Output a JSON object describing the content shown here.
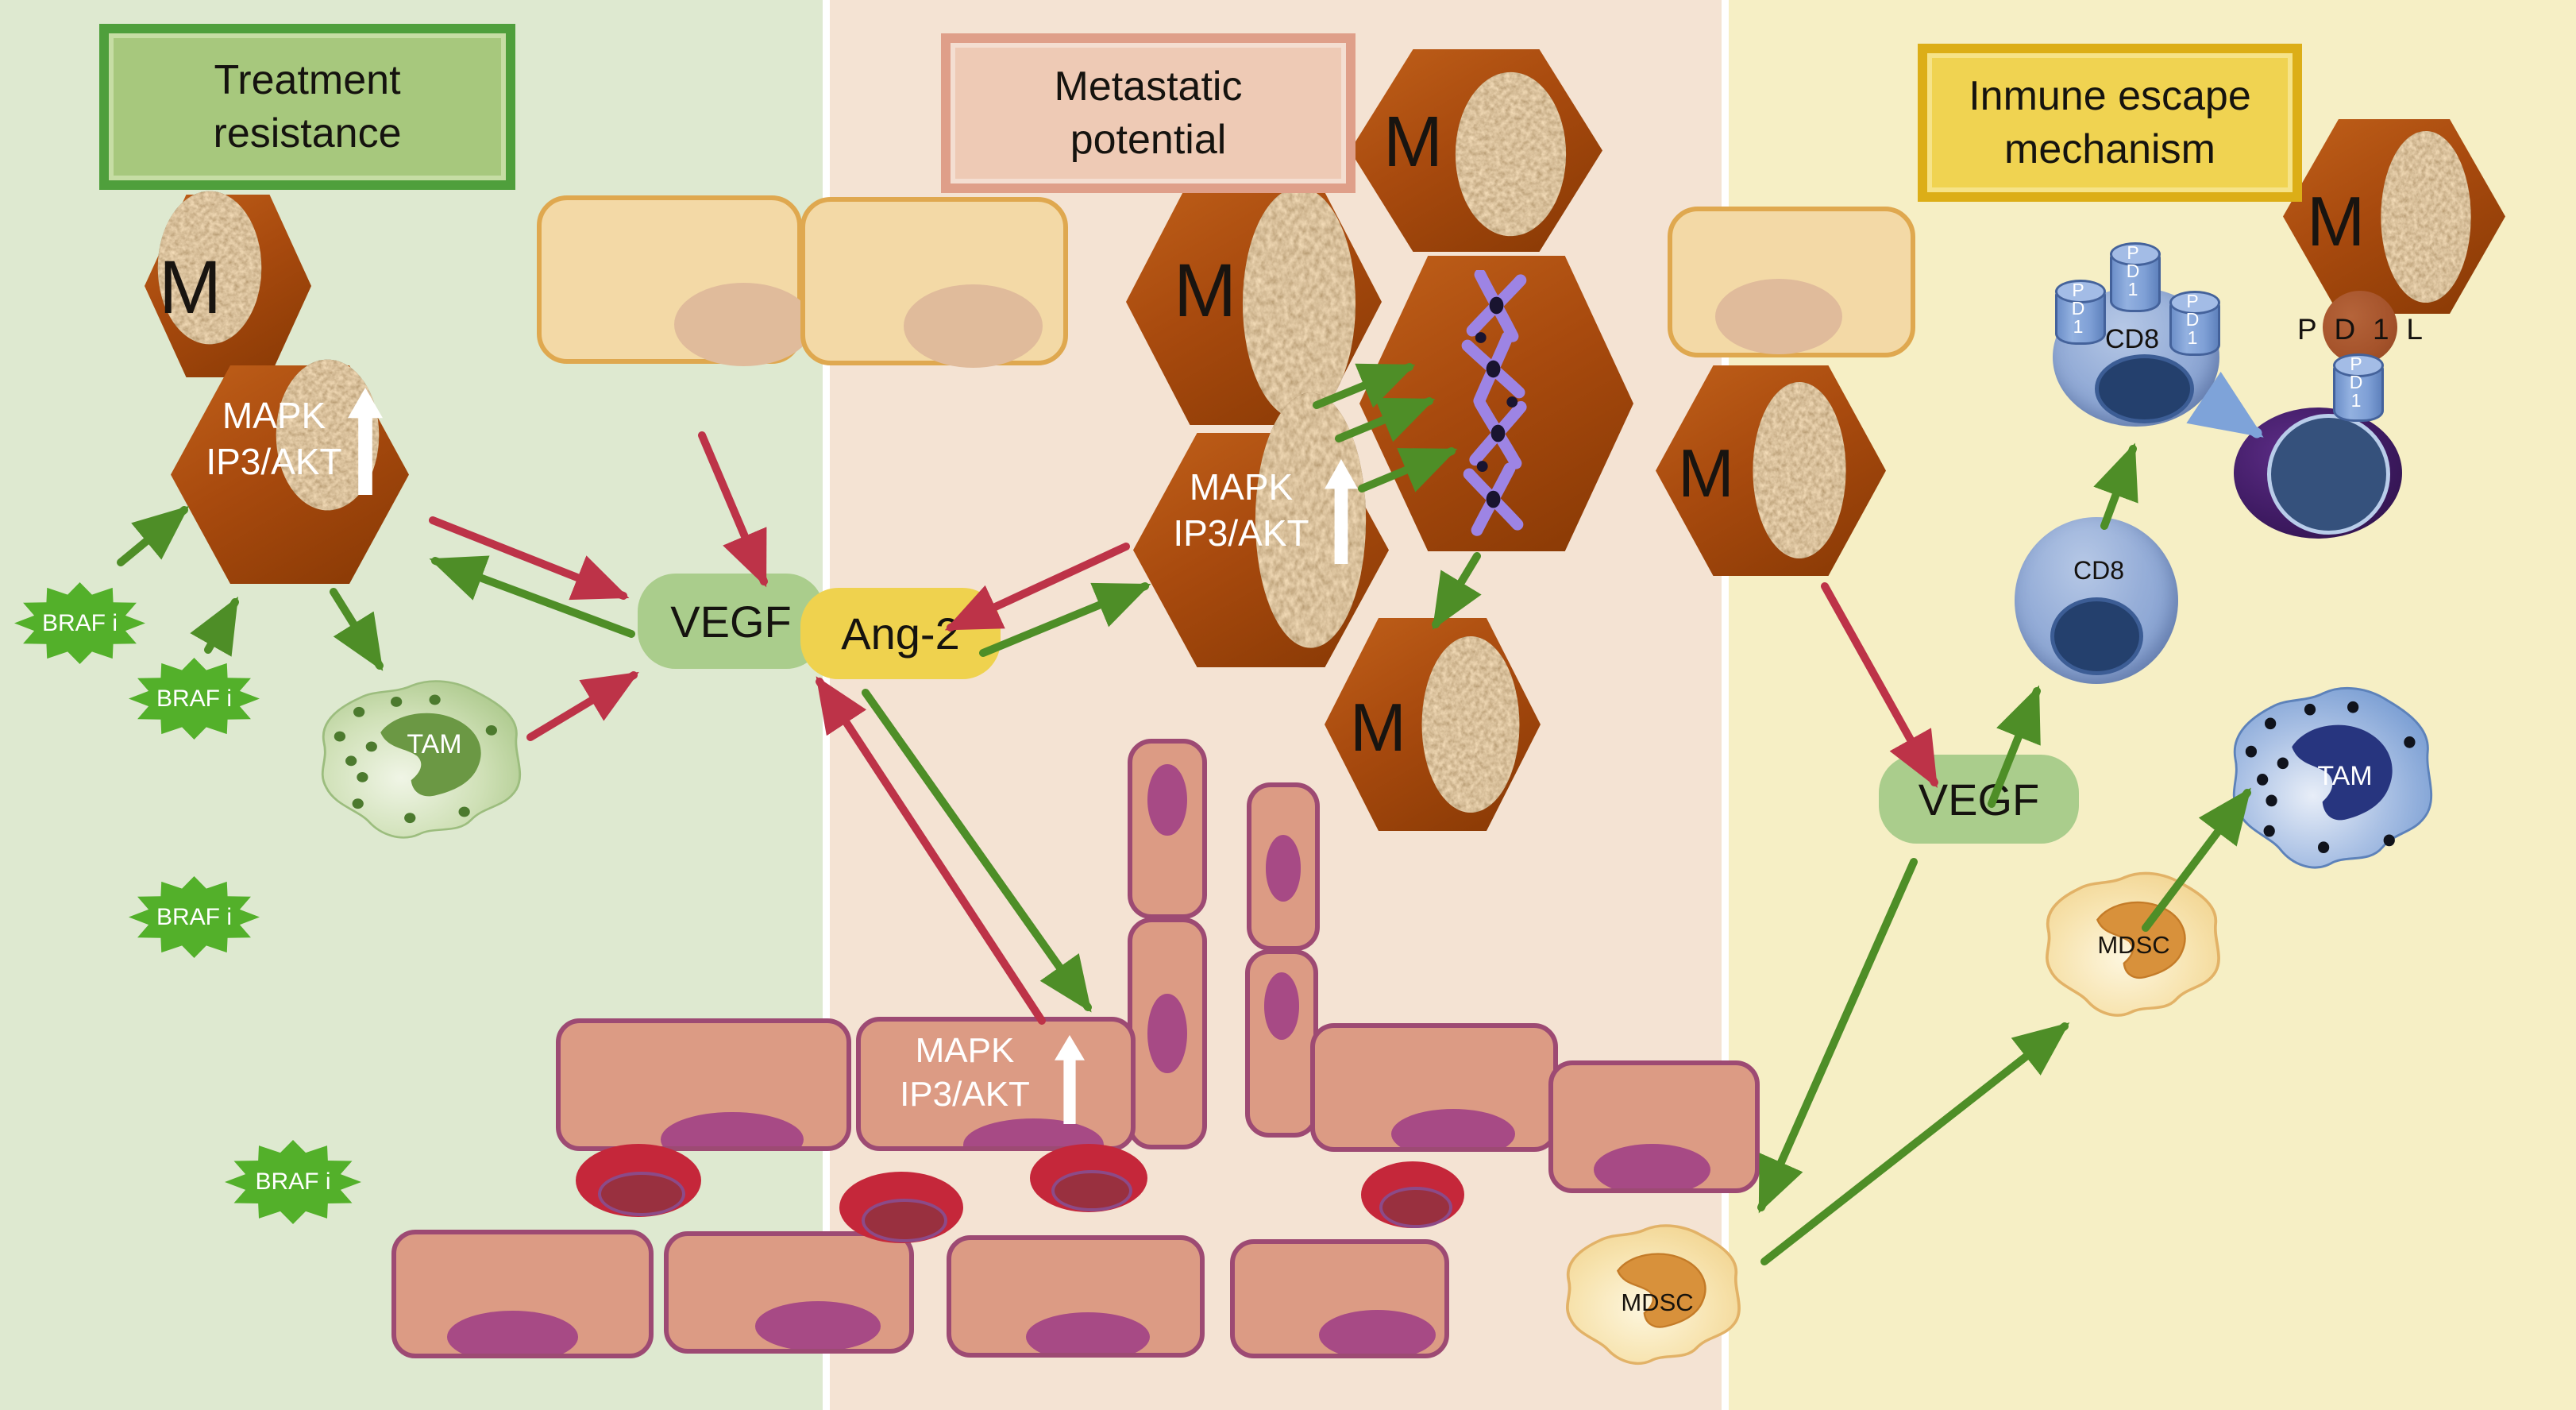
{
  "figure": {
    "sections": [
      {
        "key": "treatment-resistance",
        "title_line1": "Treatment",
        "title_line2": "resistance",
        "background": "#dee9d0",
        "box_fill": "#a7c87d",
        "box_border": "#4f9f3c"
      },
      {
        "key": "metastatic-potential",
        "title_line1": "Metastatic",
        "title_line2": "potential",
        "background": "#f4e3d3",
        "box_fill": "#eecab5",
        "box_border": "#df9f89"
      },
      {
        "key": "immune-escape",
        "title_line1": "Inmune escape",
        "title_line2": "mechanism",
        "background": "#f6efc5",
        "box_fill": "#f0d351",
        "box_border": "#dcae17"
      }
    ],
    "labels": {
      "melanoma": "M",
      "mapk": "MAPK",
      "ip3akt": "IP3/AKT",
      "braf_inhibitor": "BRAF i",
      "tam": "TAM",
      "vegf": "VEGF",
      "ang2": "Ang-2",
      "cd8": "CD8",
      "mdsc": "MDSC"
    },
    "receptors": {
      "pd1": {
        "l1": "P",
        "l2": "D",
        "l3": "1"
      },
      "pdl1": {
        "l1": "P",
        "l2": "D",
        "l3": "1",
        "l4": "L"
      }
    },
    "colors": {
      "melanoma_hexagon": "#a84a0e",
      "melanoma_texture": "#b49068",
      "arrow_activate_green": "#4e8e27",
      "arrow_inhibit_red": "#bd3348",
      "arrow_blue": "#7ea3d9",
      "braf_star_green": "#53b02a",
      "vegf_pill_green": "#aacd8c",
      "ang2_pill_yellow": "#efd24e",
      "vessel_cell_pink": "#dc9b84",
      "vessel_cell_border": "#9d4a73",
      "vessel_nucleus_magenta": "#a74a85",
      "red_blood_cell": "#c5273a",
      "tumor_cell_tan": "#f3d9a6",
      "cd8_cell_blue": "#96aed8",
      "exhausted_cell_purple": "#3f1b63",
      "tam_left_green": "#b9d49c",
      "tam_right_blue": "#7fa3d6",
      "mdsc_tan": "#f7e3ae",
      "mdsc_nucleus_orange": "#d8913b",
      "pd1_cylinder_blue": "#7fa0d6",
      "pdl1_circle_brown": "#a5532b",
      "chromosome_purple": "#9d84e4"
    }
  }
}
